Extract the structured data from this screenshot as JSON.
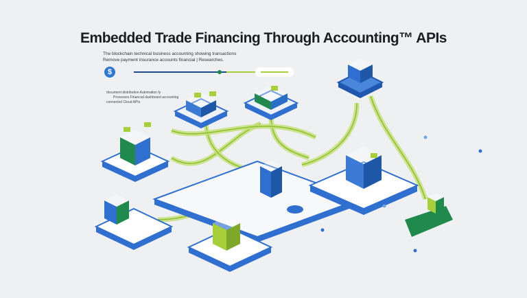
{
  "title": "Embedded Trade Financing Through Accounting™ APIs",
  "subtitle_lines": [
    "The blockchain technical business accounting showing transactions",
    "Remove payment insurance accounts financial | Researches."
  ],
  "side_note_lines": [
    "document distribution Automation fy",
    "Processes Financial dashboard accounting",
    "connected Cloud APIs"
  ],
  "dollar_symbol": "$",
  "colors": {
    "background": "#eff0f2",
    "platform_blue": "#2f6fd0",
    "accent_green": "#a6cf3a",
    "dark_green": "#1f8a4c"
  },
  "icons": [
    "dollar-icon",
    "bank-icon",
    "office-building-icon",
    "server-icon",
    "ship-icon",
    "laptop-icon"
  ]
}
